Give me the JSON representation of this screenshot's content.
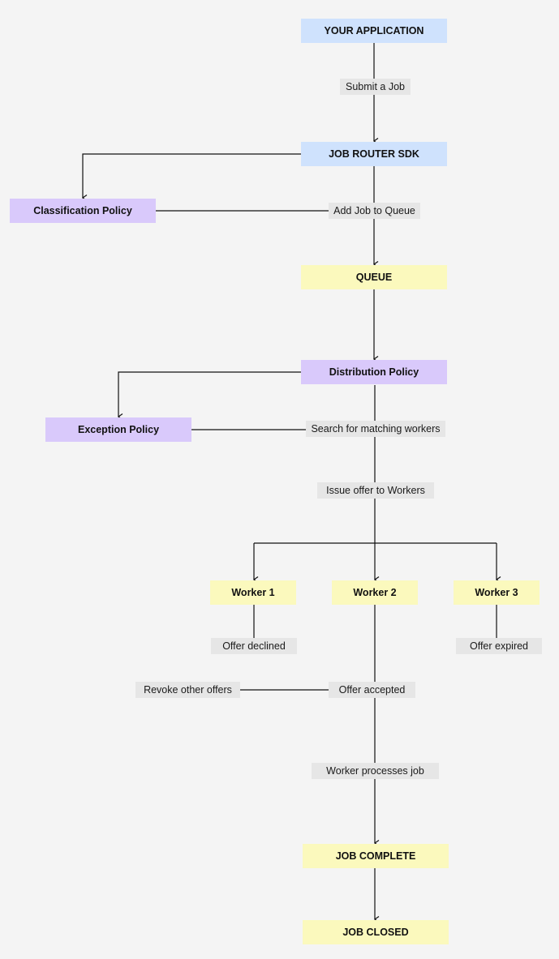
{
  "nodes": {
    "your_application": "YOUR APPLICATION",
    "job_router_sdk": "JOB ROUTER SDK",
    "classification_policy": "Classification Policy",
    "queue": "QUEUE",
    "distribution_policy": "Distribution Policy",
    "exception_policy": "Exception Policy",
    "worker_1": "Worker 1",
    "worker_2": "Worker 2",
    "worker_3": "Worker 3",
    "job_complete": "JOB COMPLETE",
    "job_closed": "JOB CLOSED"
  },
  "labels": {
    "submit_job": "Submit a Job",
    "add_job_to_queue": "Add Job to Queue",
    "search_matching_workers": "Search for matching workers",
    "issue_offer": "Issue offer to Workers",
    "offer_declined": "Offer declined",
    "offer_expired": "Offer expired",
    "offer_accepted": "Offer accepted",
    "revoke_other_offers": "Revoke other offers",
    "worker_processes_job": "Worker processes job"
  },
  "colors": {
    "app_node": "#cfe2fd",
    "policy_node": "#d9c9fb",
    "state_node": "#fbf9bd",
    "label_bg": "#e6e6e6",
    "line": "#111111",
    "background": "#f4f4f4"
  }
}
